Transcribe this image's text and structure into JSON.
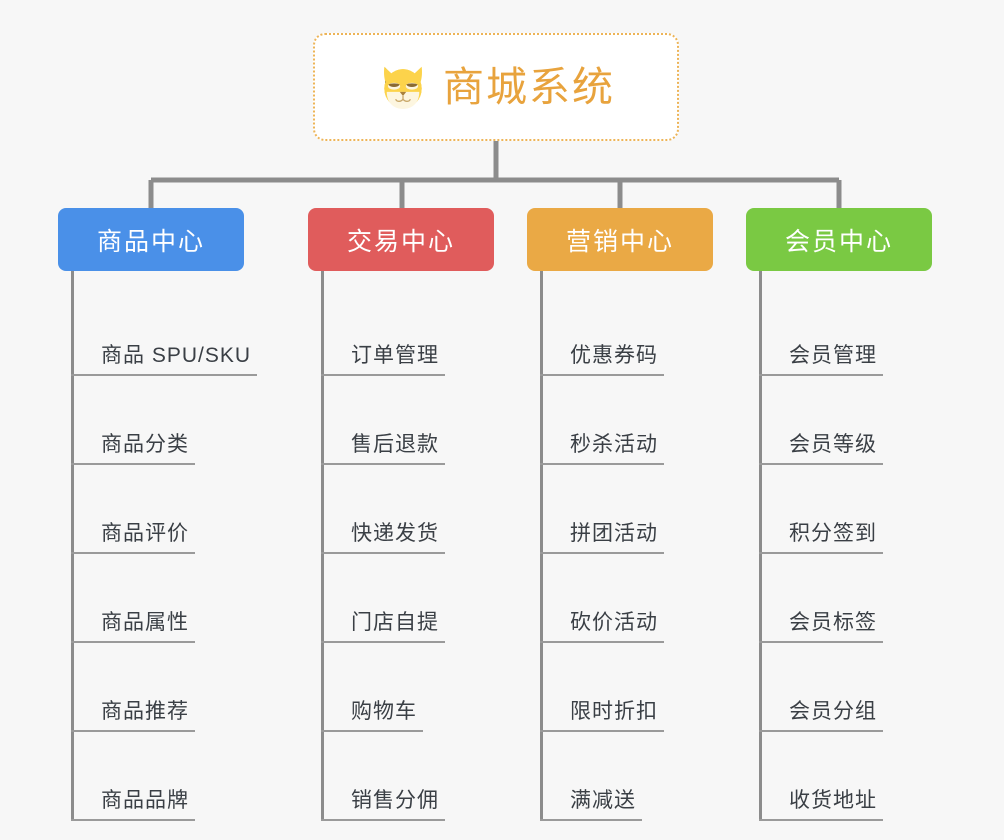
{
  "page": {
    "background_color": "#f7f7f7",
    "type": "org-chart"
  },
  "root": {
    "title": "商城系统",
    "icon": "shiba-dog-emoji",
    "title_color": "#e8a33d",
    "border_color": "#edb457",
    "background_color": "#ffffff"
  },
  "connector": {
    "color": "#8c8c8c"
  },
  "columns": [
    {
      "header": "商品中心",
      "color": "#4a90e8",
      "items": [
        "商品 SPU/SKU",
        "商品分类",
        "商品评价",
        "商品属性",
        "商品推荐",
        "商品品牌"
      ]
    },
    {
      "header": "交易中心",
      "color": "#e05c5c",
      "items": [
        "订单管理",
        "售后退款",
        "快递发货",
        "门店自提",
        "购物车",
        "销售分佣"
      ]
    },
    {
      "header": "营销中心",
      "color": "#eaa945",
      "items": [
        "优惠券码",
        "秒杀活动",
        "拼团活动",
        "砍价活动",
        "限时折扣",
        "满减送"
      ]
    },
    {
      "header": "会员中心",
      "color": "#7ac943",
      "items": [
        "会员管理",
        "会员等级",
        "积分签到",
        "会员标签",
        "会员分组",
        "收货地址"
      ]
    }
  ]
}
